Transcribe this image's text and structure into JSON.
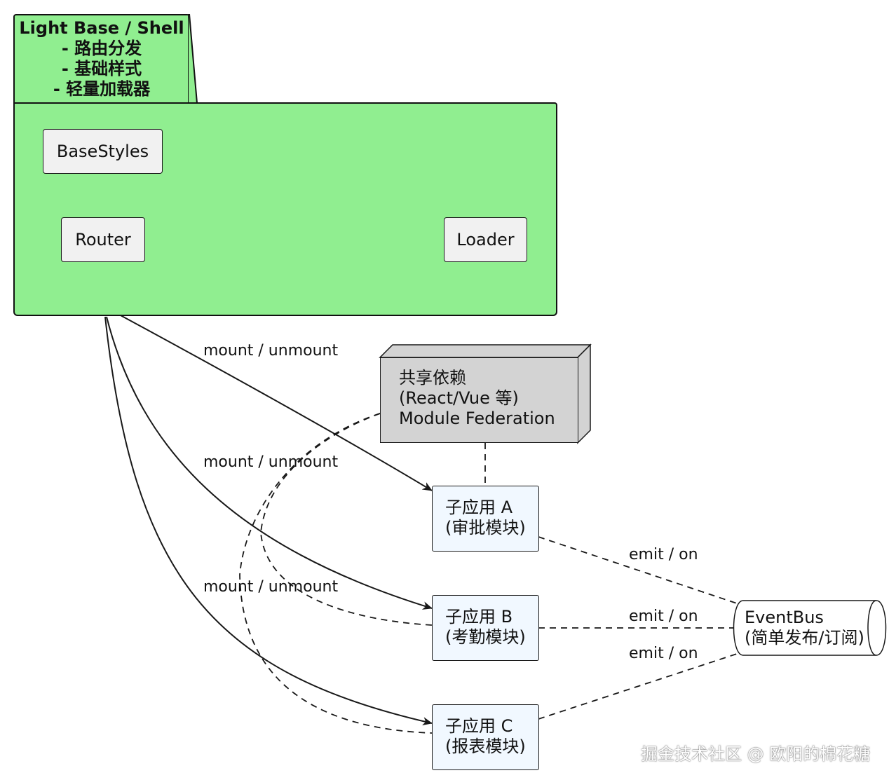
{
  "package": {
    "title": "Light Base / Shell",
    "bullets": [
      "- 路由分发",
      "- 基础样式",
      "- 轻量加载器"
    ],
    "components": [
      "BaseStyles",
      "Router",
      "Loader"
    ]
  },
  "shared": {
    "lines": [
      "共享依赖",
      "(React/Vue 等)",
      "Module Federation"
    ]
  },
  "apps": [
    {
      "name": "子应用 A",
      "desc": "(审批模块)"
    },
    {
      "name": "子应用 B",
      "desc": "(考勤模块)"
    },
    {
      "name": "子应用 C",
      "desc": "(报表模块)"
    }
  ],
  "eventbus": {
    "lines": [
      "EventBus",
      "(简单发布/订阅)"
    ]
  },
  "edge_labels": {
    "mount": "mount / unmount",
    "emit": "emit / on"
  },
  "watermark": "掘金技术社区 @ 欧阳的棉花糖",
  "colors": {
    "package_fill": "#90ee90",
    "component_fill": "#f1f1f1",
    "app_fill": "#f1f8ff",
    "node_fill": "#d3d3d3",
    "line": "#181818"
  }
}
